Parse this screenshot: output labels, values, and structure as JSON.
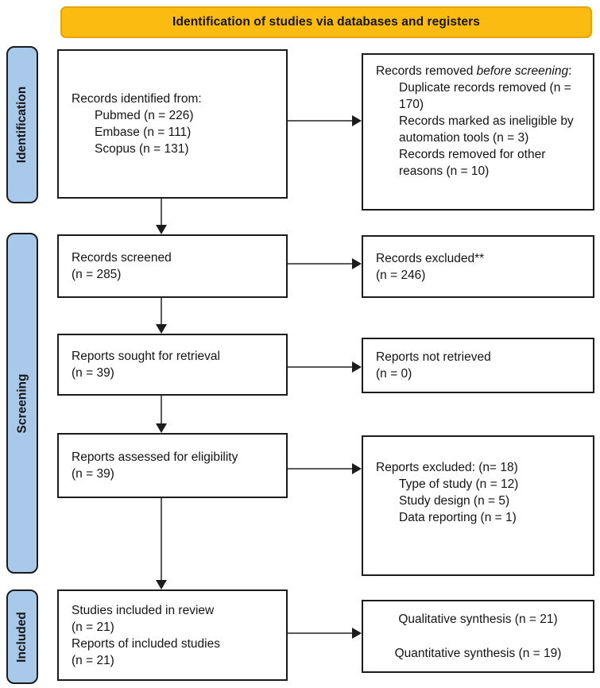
{
  "banner": {
    "title": "Identification of studies via databases and registers"
  },
  "stages": {
    "identification": "Identification",
    "screening": "Screening",
    "included": "Included"
  },
  "boxes": {
    "records_identified": {
      "header": "Records identified from:",
      "items": [
        "Pubmed (n = 226)",
        "Embase (n = 111)",
        "Scopus (n = 131)"
      ]
    },
    "records_removed": {
      "prefix": "Records removed ",
      "italic": "before screening",
      "suffix": ":",
      "items": [
        "Duplicate records removed (n = 170)",
        "Records marked as ineligible by automation tools (n = 3)",
        "Records removed for other reasons (n = 10)"
      ]
    },
    "records_screened": {
      "line1": "Records screened",
      "line2": "(n = 285)"
    },
    "records_excluded": {
      "line1": "Records excluded**",
      "line2": "(n = 246)"
    },
    "reports_sought": {
      "line1": "Reports sought for retrieval",
      "line2": "(n = 39)"
    },
    "reports_not_retrieved": {
      "line1": "Reports not retrieved",
      "line2": "(n = 0)"
    },
    "reports_assessed": {
      "line1": "Reports assessed for eligibility",
      "line2": "(n = 39)"
    },
    "reports_excluded": {
      "header": "Reports excluded: (n= 18)",
      "items": [
        "Type of study (n = 12)",
        "Study design (n = 5)",
        "Data reporting (n = 1)"
      ]
    },
    "studies_included": {
      "lines": [
        "Studies included in review",
        "(n = 21)",
        "Reports of included studies",
        "(n = 21)"
      ]
    },
    "synthesis": {
      "lines": [
        "Qualitative synthesis (n = 21)",
        "Quantitative synthesis (n = 19)"
      ]
    }
  },
  "colors": {
    "banner_bg": "#FBBB10",
    "stage_bg": "#A9C9EA",
    "box_border": "#1b1b1b",
    "arrow": "#5a5a5a"
  }
}
